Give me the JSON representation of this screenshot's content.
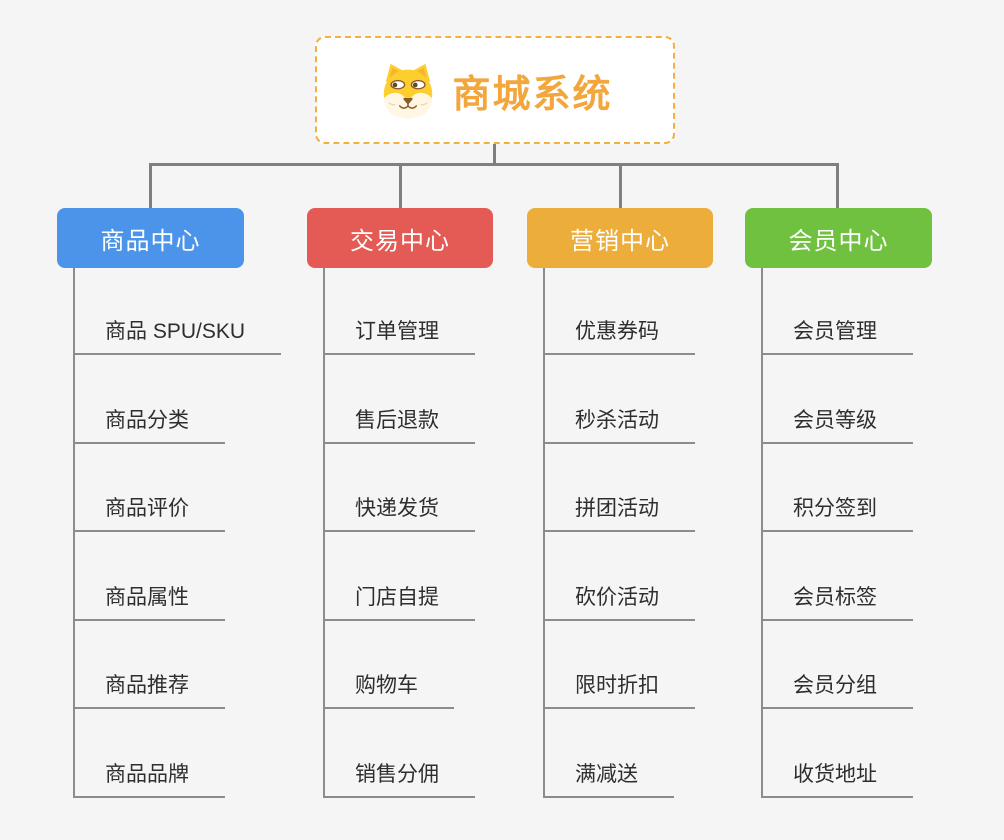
{
  "root": {
    "title": "商城系统",
    "icon": "dog-face-icon"
  },
  "branches": [
    {
      "label": "商品中心",
      "color": "#4B94E9",
      "children": [
        "商品 SPU/SKU",
        "商品分类",
        "商品评价",
        "商品属性",
        "商品推荐",
        "商品品牌"
      ]
    },
    {
      "label": "交易中心",
      "color": "#E45B55",
      "children": [
        "订单管理",
        "售后退款",
        "快递发货",
        "门店自提",
        "购物车",
        "销售分佣"
      ]
    },
    {
      "label": "营销中心",
      "color": "#EDAD3B",
      "children": [
        "优惠券码",
        "秒杀活动",
        "拼团活动",
        "砍价活动",
        "限时折扣",
        "满减送"
      ]
    },
    {
      "label": "会员中心",
      "color": "#6FC13F",
      "children": [
        "会员管理",
        "会员等级",
        "积分签到",
        "会员标签",
        "会员分组",
        "收货地址"
      ]
    }
  ],
  "palette": {
    "background": "#F5F5F5",
    "root_border": "#F6AE3F",
    "root_title": "#F2A63C",
    "connector": "#7F7F7F",
    "leaf_line": "#8C8C8C",
    "leaf_text": "#2E2E2E",
    "icon_yellow": "#FCCF2F",
    "icon_cream": "#FFF7E4",
    "icon_brown": "#8A5A2B"
  }
}
